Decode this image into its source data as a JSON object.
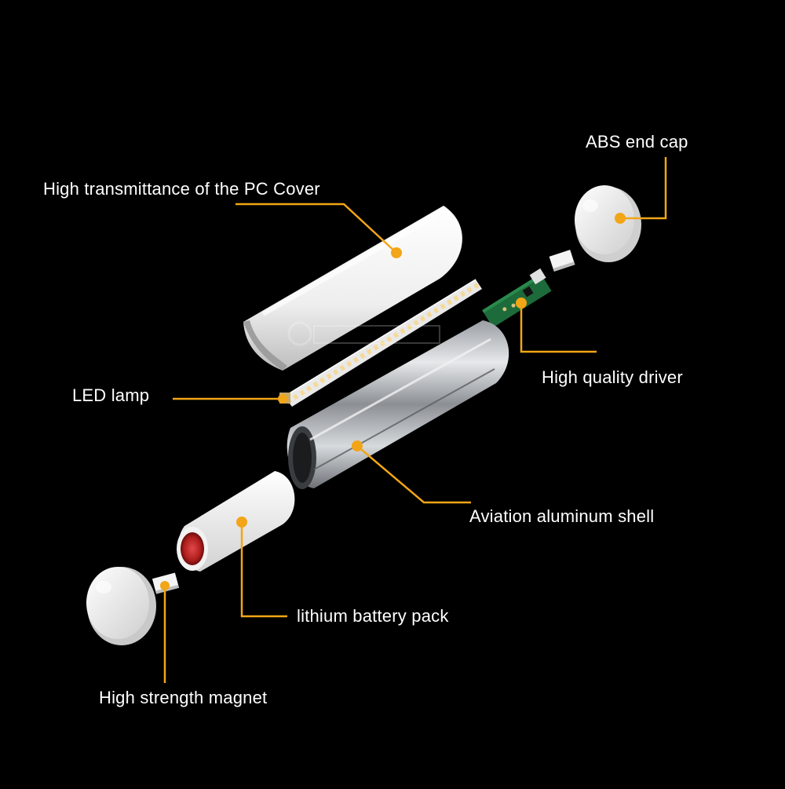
{
  "colors": {
    "background": "#000000",
    "callout": "#f2a516",
    "label_text": "#ffffff"
  },
  "labels": {
    "abs_end_cap": "ABS end cap",
    "pc_cover": "High transmittance of the PC Cover",
    "led_lamp": "LED lamp",
    "high_quality_driver": "High quality driver",
    "aviation_aluminum_shell": "Aviation aluminum shell",
    "lithium_battery_pack": "lithium battery pack",
    "high_strength_magnet": "High strength magnet"
  }
}
